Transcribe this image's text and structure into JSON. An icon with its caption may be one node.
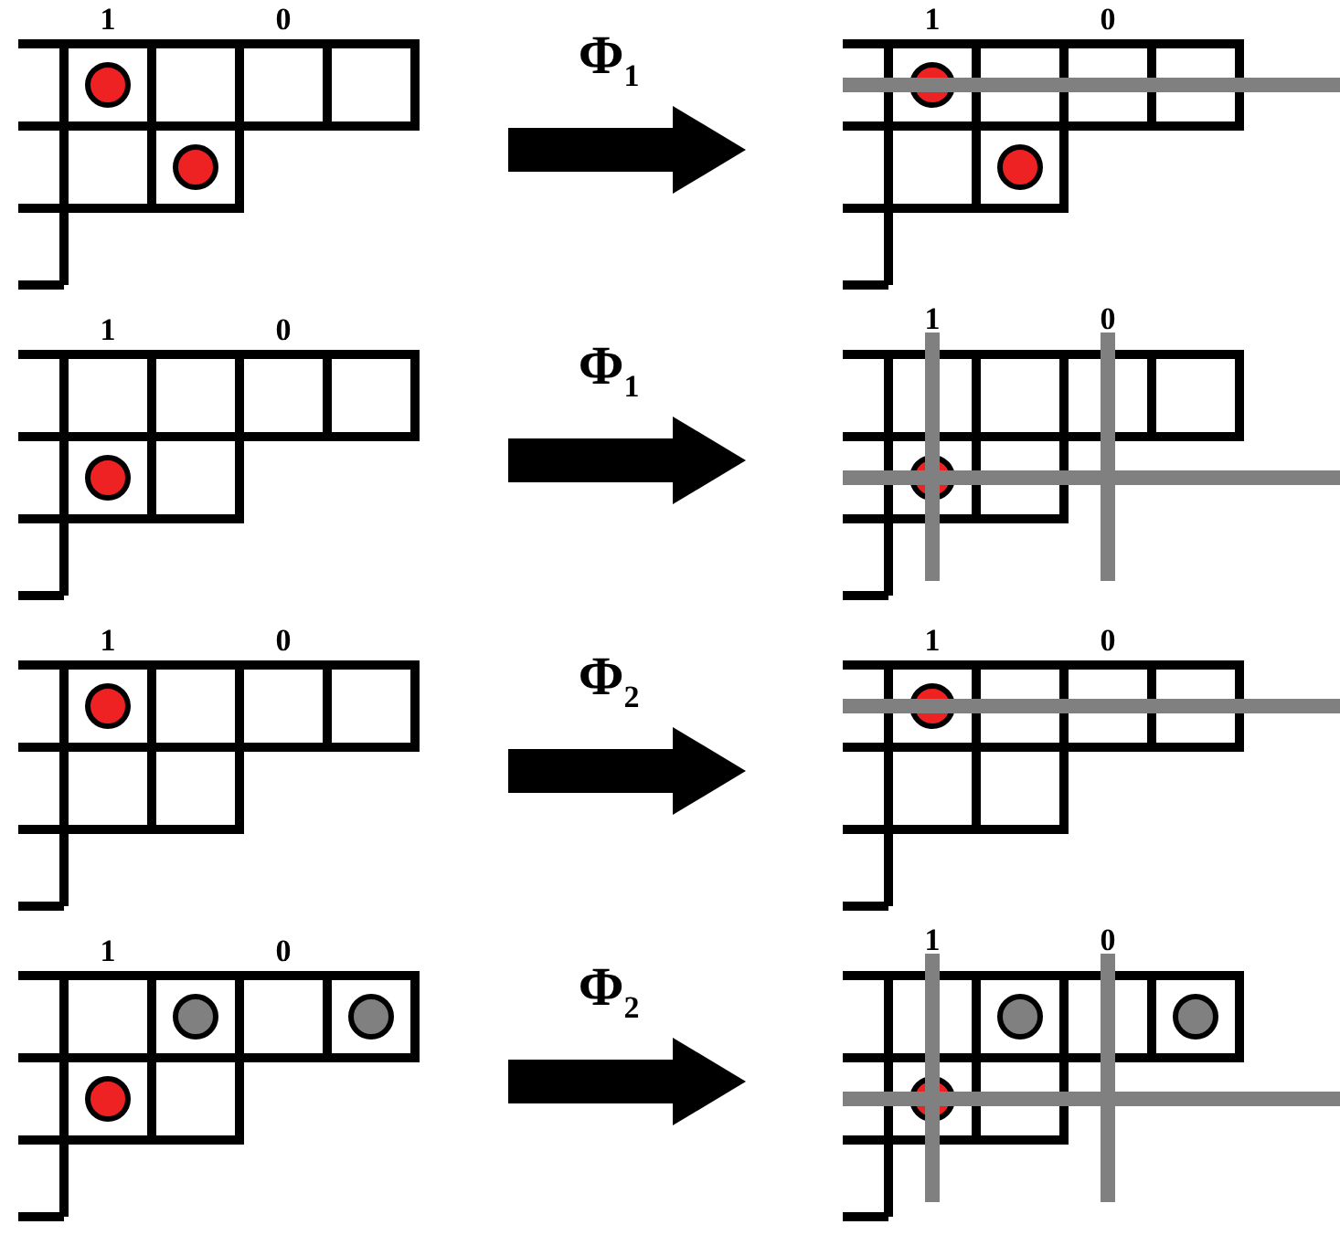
{
  "diagram": {
    "nodes": [
      {
        "text": [
          "1",
          "0"
        ]
      },
      {
        "text": [
          "1",
          "0"
        ]
      },
      {
        "text": [
          "1",
          "0"
        ]
      },
      {
        "text": [
          "1",
          "0"
        ]
      },
      {
        "text": [
          "1",
          "0"
        ]
      },
      {
        "text": [
          "1",
          "0"
        ]
      },
      {
        "text": [
          "1",
          "0"
        ]
      },
      {
        "text": [
          "1",
          "0"
        ]
      }
    ],
    "edges": [
      {
        "from": 0,
        "to": 4,
        "arrow": "to",
        "label": "Φ$_{1}$"
      },
      {
        "from": 1,
        "to": 5,
        "arrow": "to",
        "label": "Φ$_{1}$"
      },
      {
        "from": 2,
        "to": 6,
        "arrow": "to",
        "label": "Φ$_{2}$"
      },
      {
        "from": 3,
        "to": 7,
        "arrow": "to",
        "label": "Φ$_{2}$"
      }
    ]
  }
}
